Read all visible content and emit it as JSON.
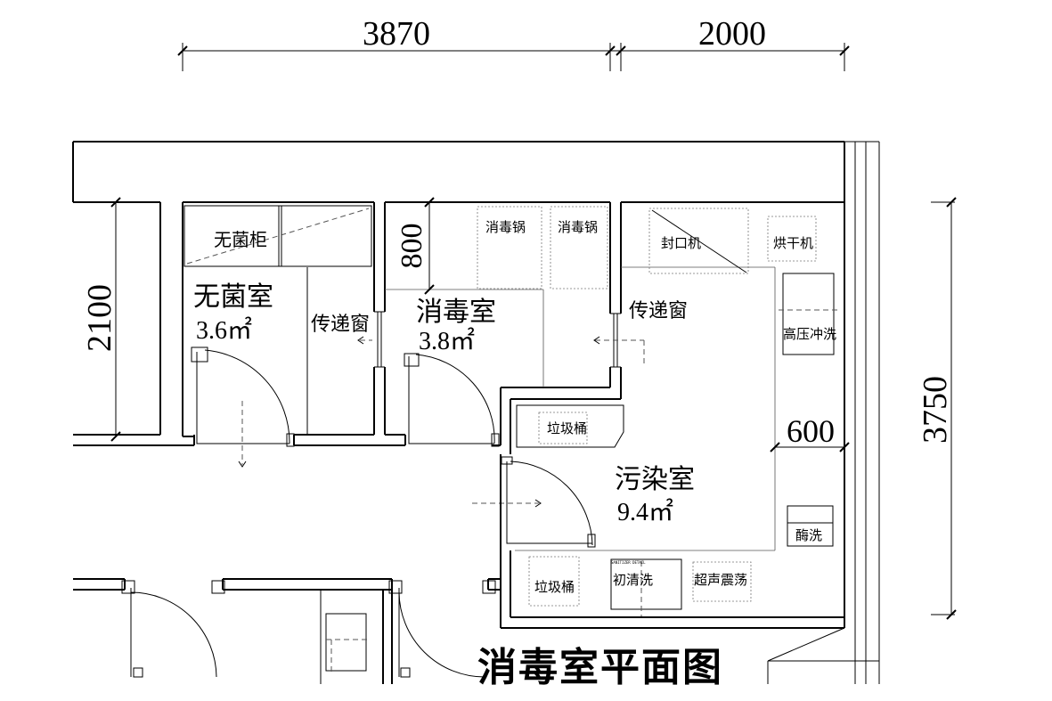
{
  "title": "消毒室平面图",
  "dimensions": {
    "top_left": "3870",
    "top_right": "2000",
    "left_height": "2100",
    "right_height": "3750",
    "shelf_depth": "800",
    "counter_depth": "600"
  },
  "rooms": {
    "sterile": {
      "name": "无菌室",
      "area": "3.6㎡"
    },
    "disinfection": {
      "name": "消毒室",
      "area": "3.8㎡"
    },
    "contaminated": {
      "name": "污染室",
      "area": "9.4㎡"
    }
  },
  "labels": {
    "pass_window_left": "传递窗",
    "pass_window_right": "传递窗"
  },
  "equipment": {
    "sterile_cabinet": "无菌柜",
    "sterilizer_1": "消毒锅",
    "sterilizer_2": "消毒锅",
    "sealer": "封口机",
    "dryer": "烘干机",
    "high_pressure_washer": "高压冲洗",
    "trash_bin_upper": "垃圾桶",
    "enzyme_wash": "酶洗",
    "trash_bin_lower": "垃圾桶",
    "pre_wash": "初清洗",
    "ultrasonic": "超声震荡"
  }
}
